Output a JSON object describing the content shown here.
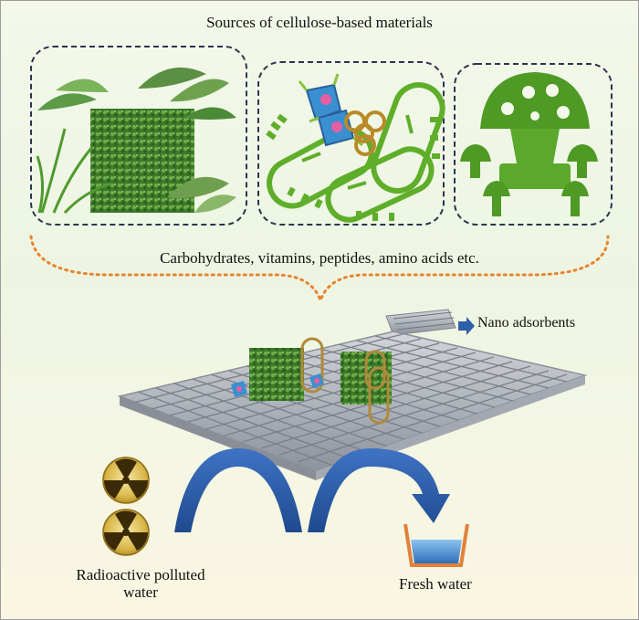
{
  "title": "Sources of cellulose-based materials",
  "sources": [
    "plants",
    "microorganisms",
    "fungi"
  ],
  "subtitle": "Carbohydrates, vitamins, peptides, amino acids etc.",
  "nano_label": "Nano adsorbents",
  "radioactive_label": "Radioactive polluted water",
  "fresh_label": "Fresh water",
  "colors": {
    "box_border": "#2a3550",
    "brace": "#e8832e",
    "arrow": "#2f5fa8",
    "plant": "#3f8a2c",
    "microbe": "#5fae2a",
    "mushroom": "#4e9a24",
    "mesh": "#b8bcc4",
    "radiation": "#c9a227",
    "cup": "#e0823a",
    "water": "#5a9ad8"
  }
}
